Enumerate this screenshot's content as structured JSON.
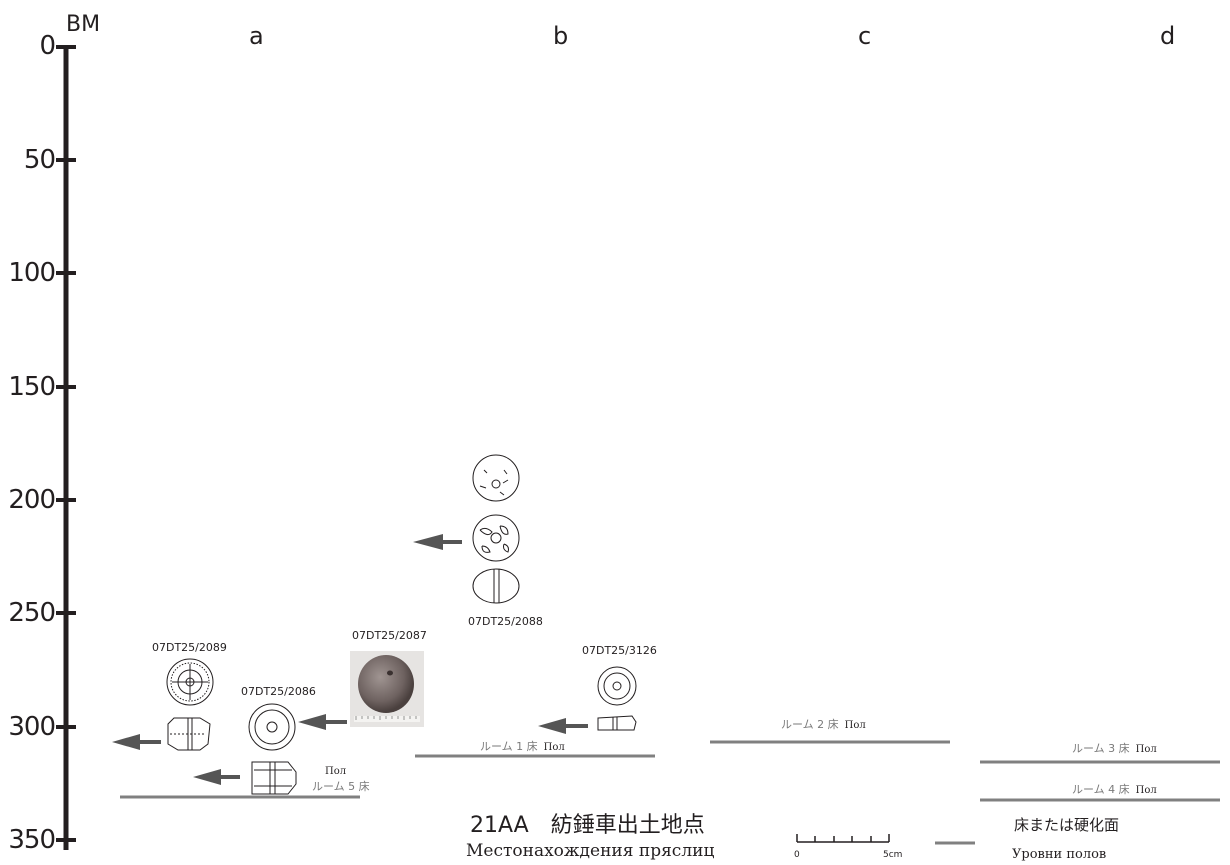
{
  "axis": {
    "unit": "BM",
    "ticks": [
      "0",
      "50",
      "100",
      "150",
      "200",
      "250",
      "300",
      "350"
    ]
  },
  "columns": [
    "a",
    "b",
    "c",
    "d"
  ],
  "specimens": [
    {
      "id": "07DT25/2089"
    },
    {
      "id": "07DT25/2086"
    },
    {
      "id": "07DT25/2087"
    },
    {
      "id": "07DT25/2088"
    },
    {
      "id": "07DT25/3126"
    }
  ],
  "floors": [
    {
      "label": "ルーム 1 床",
      "ru": "Пол"
    },
    {
      "label": "ルーム 2 床",
      "ru": "Пол"
    },
    {
      "label": "ルーム 3 床",
      "ru": "Пол"
    },
    {
      "label": "ルーム 4 床",
      "ru": "Пол"
    },
    {
      "label": "ルーム 5 床",
      "ru": "Пол"
    }
  ],
  "title": {
    "ja": "21AA　紡錘車出土地点",
    "ru": "Местонахождения пряслиц"
  },
  "scale": {
    "start": "0",
    "end": "5cm"
  },
  "legend": {
    "ja": "床または硬化面",
    "ru": "Уровни полов"
  },
  "colors": {
    "ink": "#231f20",
    "floor": "#808080",
    "arrow": "#555555"
  }
}
